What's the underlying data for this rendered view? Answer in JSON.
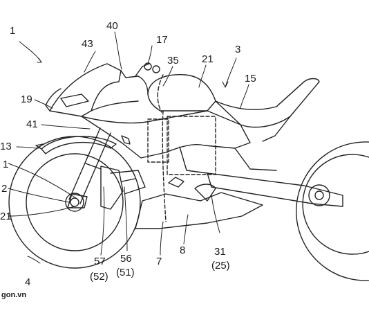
{
  "reference_numerals": {
    "n1_top": "1",
    "n40": "40",
    "n17": "17",
    "n43": "43",
    "n35": "35",
    "n21": "21",
    "n3": "3",
    "n15": "15",
    "n19": "19",
    "n41": "41",
    "n13": "13",
    "n1_left": "1",
    "n2_left": "2",
    "n21_left": "21",
    "n57": "57",
    "n52": "(52)",
    "n56": "56",
    "n51": "(51)",
    "n7": "7",
    "n8": "8",
    "n31": "31",
    "n25": "(25)",
    "n4": "4"
  },
  "watermark": "gon.vn"
}
